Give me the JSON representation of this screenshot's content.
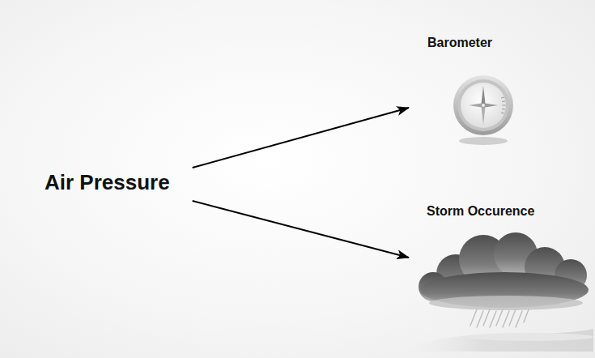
{
  "diagram": {
    "nodes": [
      {
        "text": [
          "Air Pressure"
        ]
      },
      {
        "text": [
          "Barometer"
        ]
      },
      {
        "text": [
          "Storm Occurence"
        ]
      }
    ],
    "edges": [
      {
        "from": 0,
        "to": 1,
        "arrow": "to"
      },
      {
        "from": 0,
        "to": 2,
        "arrow": "to"
      }
    ]
  }
}
